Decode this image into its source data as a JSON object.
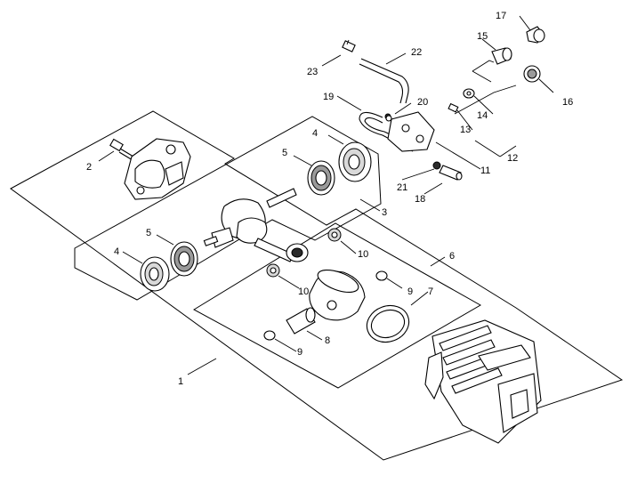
{
  "callouts": [
    {
      "id": "1",
      "text": "1"
    },
    {
      "id": "2",
      "text": "2"
    },
    {
      "id": "3",
      "text": "3"
    },
    {
      "id": "4a",
      "text": "4"
    },
    {
      "id": "4b",
      "text": "4"
    },
    {
      "id": "5a",
      "text": "5"
    },
    {
      "id": "5b",
      "text": "5"
    },
    {
      "id": "6",
      "text": "6"
    },
    {
      "id": "7",
      "text": "7"
    },
    {
      "id": "8",
      "text": "8"
    },
    {
      "id": "9a",
      "text": "9"
    },
    {
      "id": "9b",
      "text": "9"
    },
    {
      "id": "10a",
      "text": "10"
    },
    {
      "id": "10b",
      "text": "10"
    },
    {
      "id": "11",
      "text": "11"
    },
    {
      "id": "12",
      "text": "12"
    },
    {
      "id": "13",
      "text": "13"
    },
    {
      "id": "14",
      "text": "14"
    },
    {
      "id": "15",
      "text": "15"
    },
    {
      "id": "16",
      "text": "16"
    },
    {
      "id": "17",
      "text": "17"
    },
    {
      "id": "18",
      "text": "18"
    },
    {
      "id": "19",
      "text": "19"
    },
    {
      "id": "20",
      "text": "20"
    },
    {
      "id": "21",
      "text": "21"
    },
    {
      "id": "22",
      "text": "22"
    },
    {
      "id": "23",
      "text": "23"
    }
  ]
}
